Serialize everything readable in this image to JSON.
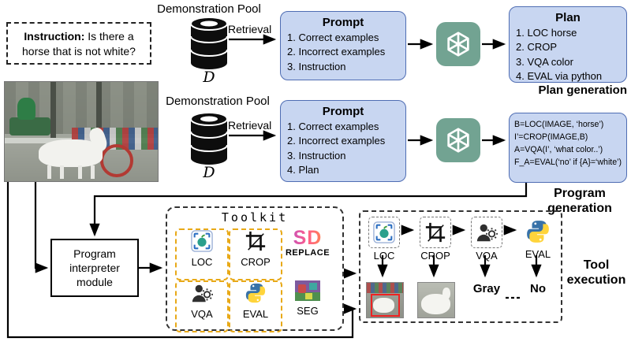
{
  "plan_row": {
    "instruction": {
      "label": "Instruction:",
      "text": " Is there a horse that is not white?"
    },
    "pool_label": "Demonstration Pool",
    "pool_symbol": "D",
    "retrieval": "Retrieval",
    "prompt": {
      "title": "Prompt",
      "items": [
        "1. Correct examples",
        "2. Incorrect examples",
        "3. Instruction"
      ]
    },
    "plan": {
      "title": "Plan",
      "items": [
        "1. LOC horse",
        "2. CROP",
        "3. VQA color",
        "4. EVAL via python"
      ]
    },
    "caption": "Plan generation"
  },
  "program_row": {
    "pool_label": "Demonstration Pool",
    "pool_symbol": "D",
    "retrieval": "Retrieval",
    "prompt": {
      "title": "Prompt",
      "items": [
        "1. Correct examples",
        "2. Incorrect examples",
        "3. Instruction",
        "4. Plan"
      ]
    },
    "program": {
      "lines": [
        "B=LOC(IMAGE, ‘horse’)",
        "I’=CROP(IMAGE,B)",
        "A=VQA(I’, ‘what color..’)",
        "F_A=EVAL(‘no’ if {A}=‘white’)"
      ]
    },
    "caption": "Program generation"
  },
  "execution_row": {
    "interpreter_label": "Program interpreter module",
    "toolkit": {
      "title": "Toolkit",
      "loc": "LOC",
      "crop": "CROP",
      "sd_logo": "SD",
      "replace": "REPLACE",
      "vqa": "VQA",
      "eval": "EVAL",
      "seg": "SEG"
    },
    "exec": {
      "loc": "LOC",
      "crop": "CROP",
      "vqa": "VQA",
      "eval": "EVAL",
      "vqa_result": "Gray",
      "eval_result": "No"
    },
    "caption": "Tool execution"
  }
}
